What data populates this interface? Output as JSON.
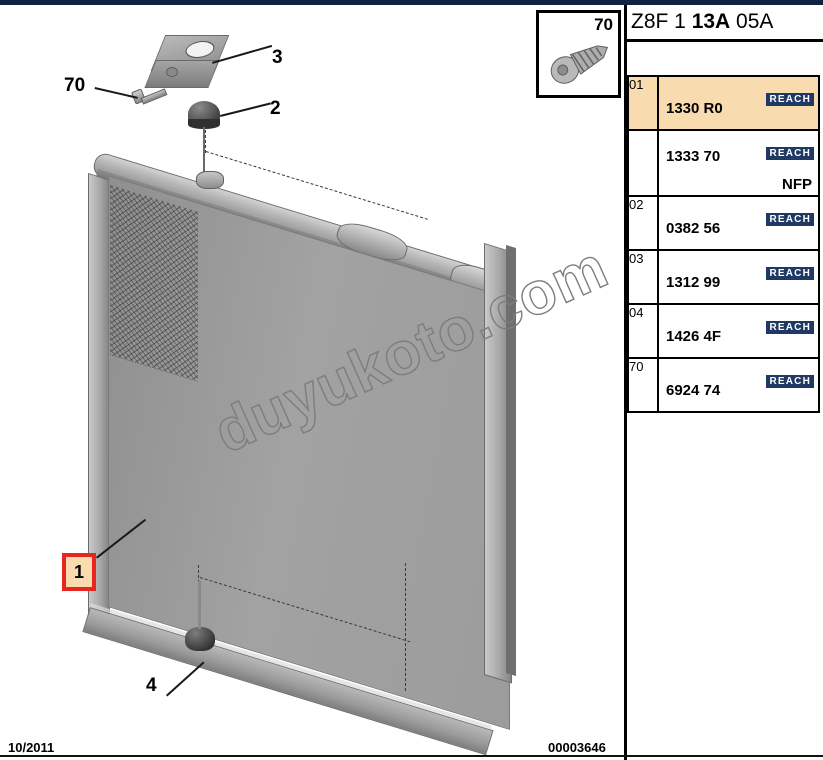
{
  "header": {
    "code_prefix": "Z8F 1 ",
    "code_bold": "13A",
    "code_suffix": " 05A"
  },
  "screw_inset": {
    "number": "70",
    "icon": "screw-icon"
  },
  "watermark": {
    "text": "duyukoto.com"
  },
  "footer": {
    "date": "10/2011",
    "doc_number": "00003646"
  },
  "diagram": {
    "callouts": [
      {
        "id": "3",
        "label": "3",
        "target": "bracket"
      },
      {
        "id": "70",
        "label": "70",
        "target": "screw"
      },
      {
        "id": "2",
        "label": "2",
        "target": "upper-rubber-mount"
      },
      {
        "id": "1",
        "label": "1",
        "target": "radiator",
        "highlighted": true
      },
      {
        "id": "4",
        "label": "4",
        "target": "lower-rubber-mount"
      }
    ],
    "highlight_border_color": "#e8251f",
    "highlight_fill_color": "#f8dcb0"
  },
  "parts_table": {
    "reach_badge_label": "REACH",
    "reach_badge_color": "#1f3864",
    "rows": [
      {
        "index": "01",
        "ref": "1330 R0",
        "reach": "REACH",
        "note": "",
        "highlighted": true
      },
      {
        "index": "",
        "ref": "1333 70",
        "reach": "REACH",
        "note": "NFP",
        "highlighted": false
      },
      {
        "index": "02",
        "ref": "0382 56",
        "reach": "REACH",
        "note": "",
        "highlighted": false
      },
      {
        "index": "03",
        "ref": "1312 99",
        "reach": "REACH",
        "note": "",
        "highlighted": false
      },
      {
        "index": "04",
        "ref": "1426 4F",
        "reach": "REACH",
        "note": "",
        "highlighted": false
      },
      {
        "index": "70",
        "ref": "6924 74",
        "reach": "REACH",
        "note": "",
        "highlighted": false
      }
    ]
  }
}
